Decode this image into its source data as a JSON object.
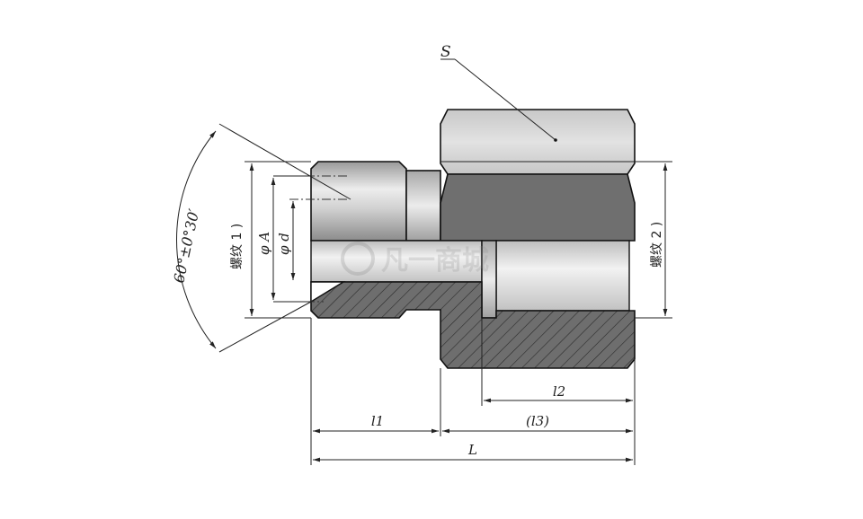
{
  "labels": {
    "s": "S",
    "thread1": "螺纹 1 )",
    "thread2": "螺纹 2 )",
    "phi_a": "φ A",
    "phi_d": "φ d",
    "angle": "60°±0°30′",
    "l1": "l1",
    "l2": "l2",
    "l3": "(l3)",
    "total_length": "L"
  },
  "watermark": "凡一商城",
  "colors": {
    "line": "#111111",
    "hatch_fill": "#6e6e6e",
    "dark_face": "#6f6f6f",
    "light_metal": "#d4d4d4",
    "bore_light": "#e6e6e6"
  }
}
